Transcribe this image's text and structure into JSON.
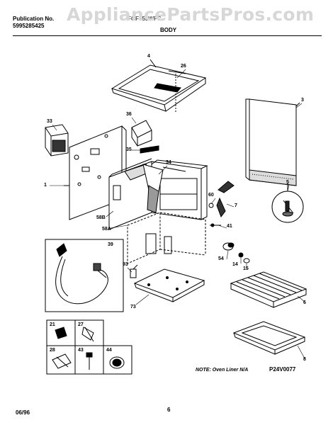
{
  "header": {
    "publication_label": "Publication No.",
    "publication_number": "5995285425",
    "model_smudged": "FGF353WFC",
    "section_title": "BODY",
    "watermark": "AppliancePartsPros.com"
  },
  "callouts": [
    "4",
    "26",
    "3",
    "33",
    "36",
    "35",
    "34",
    "1",
    "60",
    "7",
    "58B",
    "58A",
    "41",
    "5",
    "39",
    "93",
    "54",
    "14",
    "15",
    "73",
    "6",
    "8",
    "21",
    "27",
    "28",
    "43",
    "44"
  ],
  "note": "NOTE: Oven Liner N/A",
  "figure_code": "P24V0077",
  "footer": {
    "date": "06/96",
    "page": "6"
  }
}
